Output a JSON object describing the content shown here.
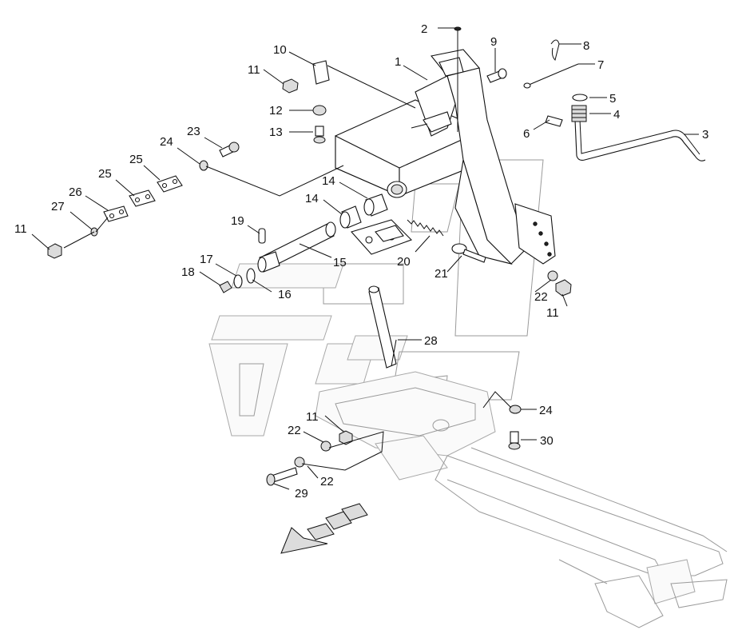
{
  "callouts": [
    {
      "id": "c2",
      "text": "2"
    },
    {
      "id": "c9",
      "text": "9"
    },
    {
      "id": "c8",
      "text": "8"
    },
    {
      "id": "c7",
      "text": "7"
    },
    {
      "id": "c10",
      "text": "10"
    },
    {
      "id": "c1",
      "text": "1"
    },
    {
      "id": "c11a",
      "text": "11"
    },
    {
      "id": "c12",
      "text": "12"
    },
    {
      "id": "c5",
      "text": "5"
    },
    {
      "id": "c4",
      "text": "4"
    },
    {
      "id": "c6",
      "text": "6"
    },
    {
      "id": "c3",
      "text": "3"
    },
    {
      "id": "c13",
      "text": "13"
    },
    {
      "id": "c23",
      "text": "23"
    },
    {
      "id": "c24a",
      "text": "24"
    },
    {
      "id": "c25a",
      "text": "25"
    },
    {
      "id": "c25b",
      "text": "25"
    },
    {
      "id": "c26",
      "text": "26"
    },
    {
      "id": "c14a",
      "text": "14"
    },
    {
      "id": "c14b",
      "text": "14"
    },
    {
      "id": "c27",
      "text": "27"
    },
    {
      "id": "c19",
      "text": "19"
    },
    {
      "id": "c11b",
      "text": "11"
    },
    {
      "id": "c15",
      "text": "15"
    },
    {
      "id": "c20",
      "text": "20"
    },
    {
      "id": "c17",
      "text": "17"
    },
    {
      "id": "c18",
      "text": "18"
    },
    {
      "id": "c16",
      "text": "16"
    },
    {
      "id": "c21",
      "text": "21"
    },
    {
      "id": "c22a",
      "text": "22"
    },
    {
      "id": "c11c",
      "text": "11"
    },
    {
      "id": "c28",
      "text": "28"
    },
    {
      "id": "c24b",
      "text": "24"
    },
    {
      "id": "c11d",
      "text": "11"
    },
    {
      "id": "c22b",
      "text": "22"
    },
    {
      "id": "c30",
      "text": "30"
    },
    {
      "id": "c22c",
      "text": "22"
    },
    {
      "id": "c29",
      "text": "29"
    }
  ],
  "icons": {
    "direction": "direction-arrow-icon"
  }
}
